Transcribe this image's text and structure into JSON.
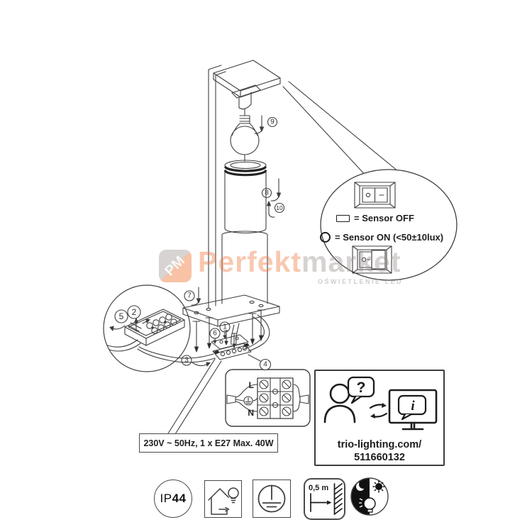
{
  "sensor_callout": {
    "off_label": "= Sensor OFF",
    "on_label": "= Sensor ON (<50±10lux)"
  },
  "steps": {
    "s1": "1",
    "s2": "2",
    "s3": "3",
    "s4": "4",
    "s5": "5",
    "s6": "6",
    "s7": "7",
    "s8": "8",
    "s9": "9",
    "s10": "10"
  },
  "wiring_diagram": {
    "live_label": "L",
    "neutral_label": "N"
  },
  "spec_box": {
    "text": "230V ~ 50Hz, 1 x E27 Max. 40W"
  },
  "support_box": {
    "question_symbol": "?",
    "info_symbol": "i",
    "url_line1": "trio-lighting.com/",
    "url_line2": "511660132"
  },
  "watermark": {
    "logo_initials": "PM",
    "brand_primary": "Perfekt",
    "brand_secondary": "market",
    "subtitle": "OŚWIETLENIE LED",
    "accent_color": "#ee7d46",
    "muted_color": "#96908e"
  },
  "badges": {
    "ip_prefix": "IP",
    "ip_value": "44",
    "distance_label": "0,5 m"
  }
}
